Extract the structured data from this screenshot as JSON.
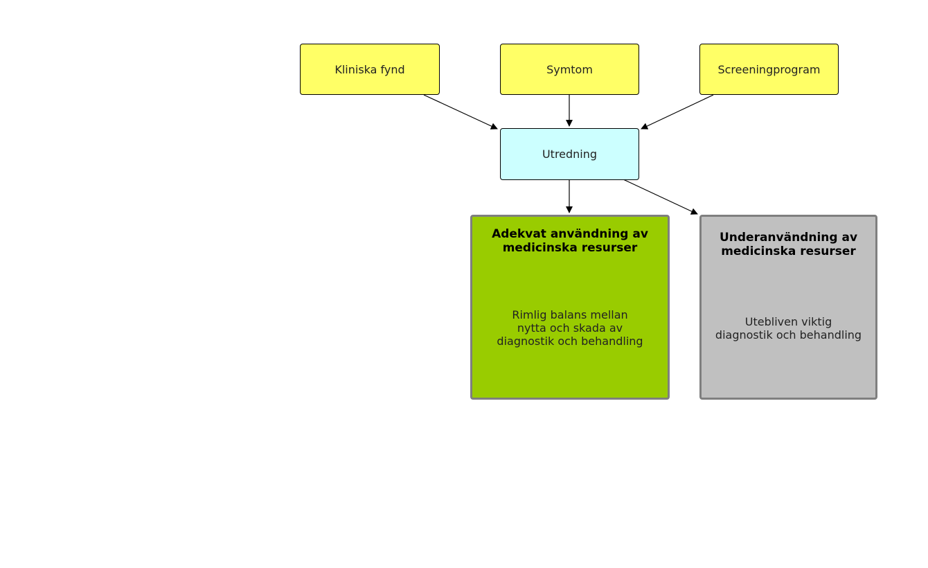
{
  "colors": {
    "source_fill": "#ffff66",
    "process_fill": "#ccffff",
    "adequate_fill": "#99cc00",
    "under_fill": "#c0c0c0",
    "outcome_border": "#7f7f7f",
    "arrow": "#000000"
  },
  "sources": {
    "clinical": "Kliniska fynd",
    "symptoms": "Symtom",
    "screening": "Screeningprogram"
  },
  "process": {
    "label": "Utredning"
  },
  "outcomes": {
    "adequate": {
      "title": "Adekvat användning av\nmedicinska resurser",
      "body": "Rimlig balans mellan\nnytta och skada av\ndiagnostik och behandling"
    },
    "underuse": {
      "title": "Underanvändning av\nmedicinska resurser",
      "body": "Utebliven viktig\ndiagnostik och behandling"
    }
  },
  "edges": [
    {
      "from": "clinical",
      "to": "process"
    },
    {
      "from": "symptoms",
      "to": "process"
    },
    {
      "from": "screening",
      "to": "process"
    },
    {
      "from": "process",
      "to": "adequate"
    },
    {
      "from": "process",
      "to": "underuse"
    }
  ]
}
